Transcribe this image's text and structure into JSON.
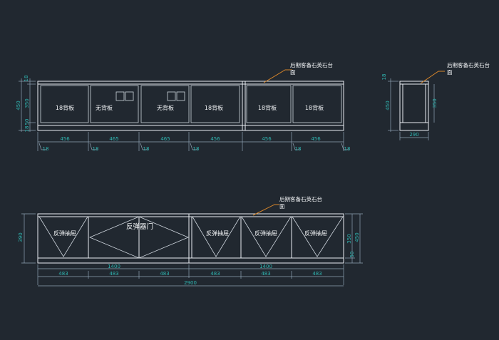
{
  "top_view": {
    "panels": [
      {
        "label": "18背板",
        "has_knobs": false
      },
      {
        "label": "无背板",
        "has_knobs": true
      },
      {
        "label": "无背板",
        "has_knobs": true
      },
      {
        "label": "18背板",
        "has_knobs": false
      },
      {
        "label": "18背板",
        "has_knobs": false
      },
      {
        "label": "18背板",
        "has_knobs": false
      }
    ],
    "note_line1": "后期客备石英石台",
    "note_line2": "面",
    "widths": [
      "456",
      "465",
      "465",
      "456",
      "456",
      "456"
    ],
    "gaps": [
      "18",
      "18",
      "18",
      "18",
      "18",
      "18"
    ],
    "height_dims": [
      "18",
      "350",
      "450",
      "50",
      "18"
    ]
  },
  "side_view": {
    "note_line1": "后期客备石英石台",
    "note_line2": "面",
    "width": "290",
    "height_left": "450",
    "height_right": "350",
    "top_dim": "18"
  },
  "front_view": {
    "drawer_label": "反弹抽屉",
    "door_label": "反弹器门",
    "note_line1": "后期客备石英石台",
    "note_line2": "面",
    "unit_widths": [
      "483",
      "483",
      "483",
      "483",
      "483",
      "483"
    ],
    "group_widths": [
      "1400",
      "1400"
    ],
    "total_width": "2900",
    "height_left": "390",
    "height_right_a": "450",
    "height_right_b": "350",
    "height_right_c": "50"
  }
}
